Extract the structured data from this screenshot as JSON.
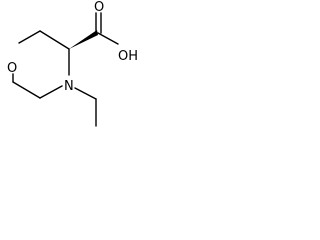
{
  "molecule": {
    "atoms": {
      "ring_oxygen": "O",
      "ring_nitrogen": "N",
      "carbonyl_oxygen": "O",
      "hydroxyl": "OH"
    },
    "colors": {
      "bond": "#000000",
      "label": "#000000",
      "background": "#ffffff"
    }
  }
}
